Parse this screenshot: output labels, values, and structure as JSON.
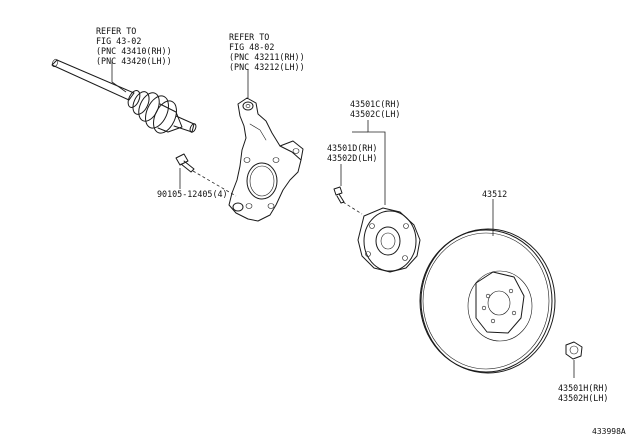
{
  "callouts": {
    "refer_driveshaft": [
      "REFER TO",
      "FIG 43-02",
      "(PNC 43410(RH))",
      "(PNC 43420(LH))"
    ],
    "refer_knuckle": [
      "REFER TO",
      "FIG 48-02",
      "(PNC 43211(RH))",
      "(PNC 43212(LH))"
    ],
    "hub_bearing": [
      "43501C(RH)",
      "43502C(LH)"
    ],
    "hub_bolt": [
      "43501D(RH)",
      "43502D(LH)"
    ],
    "knuckle_bolt": "90105-12405(4)",
    "disc": "43512",
    "nut": [
      "43501H(RH)",
      "43502H(LH)"
    ]
  },
  "figure_id": "433998A"
}
